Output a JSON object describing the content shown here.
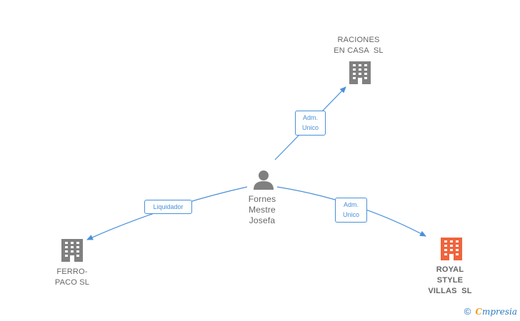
{
  "colors": {
    "edge": "#4a90d9",
    "company": "#808080",
    "company_highlight": "#f0643c",
    "person": "#808080",
    "label": "#666666"
  },
  "nodes": {
    "center": {
      "name_lines": [
        "Fornes",
        "Mestre",
        "Josefa"
      ],
      "icon": "person-icon"
    },
    "raciones": {
      "name_lines": [
        "RACIONES",
        "EN CASA  SL"
      ],
      "icon": "building-icon"
    },
    "ferropaco": {
      "name_lines": [
        "FERRO-",
        "PACO SL"
      ],
      "icon": "building-icon"
    },
    "royal": {
      "name_lines": [
        "ROYAL",
        "STYLE",
        "VILLAS  SL"
      ],
      "icon": "building-icon"
    }
  },
  "relations": {
    "raciones": {
      "lines": [
        "Adm.",
        "Unico"
      ]
    },
    "ferropaco": {
      "lines": [
        "Liquidador"
      ]
    },
    "royal": {
      "lines": [
        "Adm.",
        "Unico"
      ]
    }
  },
  "footer": {
    "copyright": "©",
    "brand_e": "C",
    "brand_rest": "mpresia"
  }
}
